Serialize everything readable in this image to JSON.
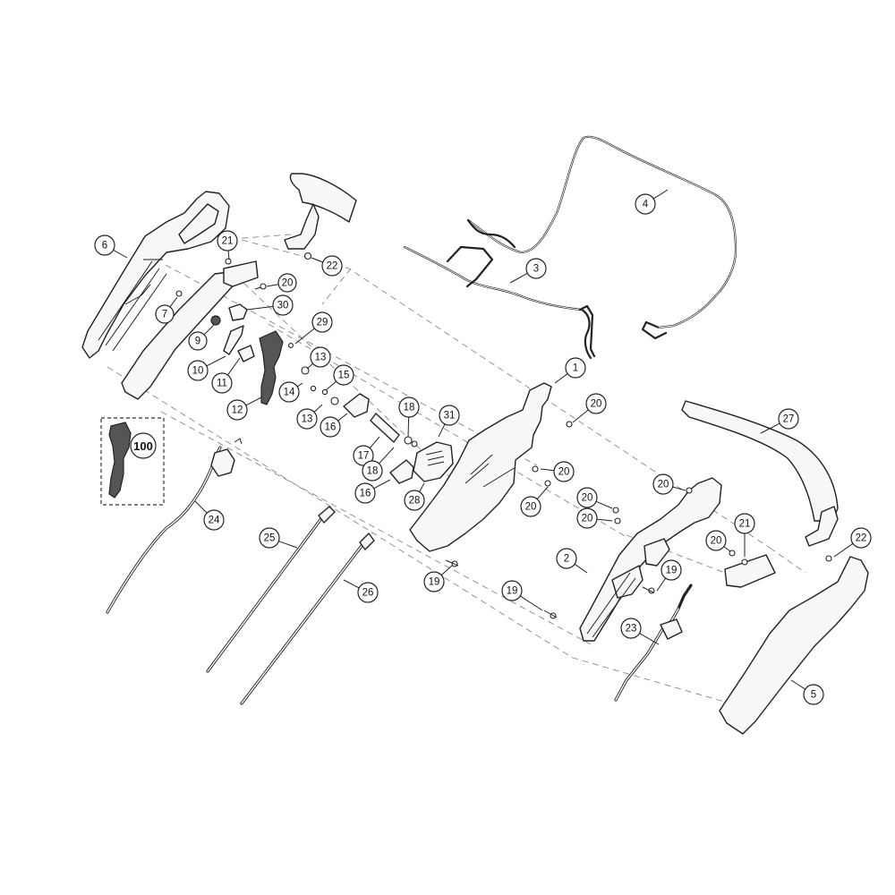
{
  "diagram": {
    "callouts": [
      {
        "id": "c1",
        "label": "1"
      },
      {
        "id": "c2",
        "label": "2"
      },
      {
        "id": "c3",
        "label": "3"
      },
      {
        "id": "c4",
        "label": "4"
      },
      {
        "id": "c5",
        "label": "5"
      },
      {
        "id": "c6",
        "label": "6"
      },
      {
        "id": "c7",
        "label": "7"
      },
      {
        "id": "c9",
        "label": "9"
      },
      {
        "id": "c10",
        "label": "10"
      },
      {
        "id": "c11",
        "label": "11"
      },
      {
        "id": "c12",
        "label": "12"
      },
      {
        "id": "c13a",
        "label": "13"
      },
      {
        "id": "c13b",
        "label": "13"
      },
      {
        "id": "c14",
        "label": "14"
      },
      {
        "id": "c15",
        "label": "15"
      },
      {
        "id": "c16a",
        "label": "16"
      },
      {
        "id": "c16b",
        "label": "16"
      },
      {
        "id": "c17",
        "label": "17"
      },
      {
        "id": "c18a",
        "label": "18"
      },
      {
        "id": "c18b",
        "label": "18"
      },
      {
        "id": "c19a",
        "label": "19"
      },
      {
        "id": "c19b",
        "label": "19"
      },
      {
        "id": "c19c",
        "label": "19"
      },
      {
        "id": "c20a",
        "label": "20"
      },
      {
        "id": "c20b",
        "label": "20"
      },
      {
        "id": "c20c",
        "label": "20"
      },
      {
        "id": "c20d",
        "label": "20"
      },
      {
        "id": "c20e",
        "label": "20"
      },
      {
        "id": "c20f",
        "label": "20"
      },
      {
        "id": "c20g",
        "label": "20"
      },
      {
        "id": "c20h",
        "label": "20"
      },
      {
        "id": "c21a",
        "label": "21"
      },
      {
        "id": "c21b",
        "label": "21"
      },
      {
        "id": "c22a",
        "label": "22"
      },
      {
        "id": "c22b",
        "label": "22"
      },
      {
        "id": "c23",
        "label": "23"
      },
      {
        "id": "c24",
        "label": "24"
      },
      {
        "id": "c25",
        "label": "25"
      },
      {
        "id": "c26",
        "label": "26"
      },
      {
        "id": "c27",
        "label": "27"
      },
      {
        "id": "c28",
        "label": "28"
      },
      {
        "id": "c29",
        "label": "29"
      },
      {
        "id": "c30",
        "label": "30"
      },
      {
        "id": "c31",
        "label": "31"
      },
      {
        "id": "c100",
        "label": "100"
      }
    ]
  }
}
